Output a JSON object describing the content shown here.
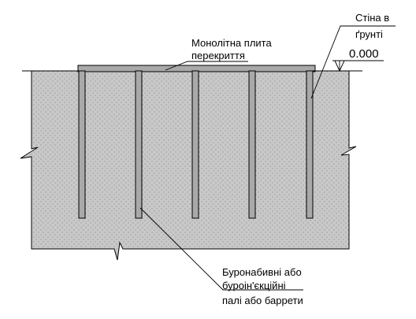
{
  "labels": {
    "slab": [
      "Монолітна плита",
      "перекриття"
    ],
    "wall": [
      "Стіна в",
      "ґрунті"
    ],
    "elevation": "0.000",
    "piles": [
      "Буронабивні або",
      "буроін'єкційні",
      "палі або баррети"
    ]
  },
  "colors": {
    "soil_fill": "#c8c8c8",
    "soil_dots": "#707070",
    "structure_fill": "#a9a9a9",
    "outline": "#000000",
    "background": "#ffffff"
  }
}
